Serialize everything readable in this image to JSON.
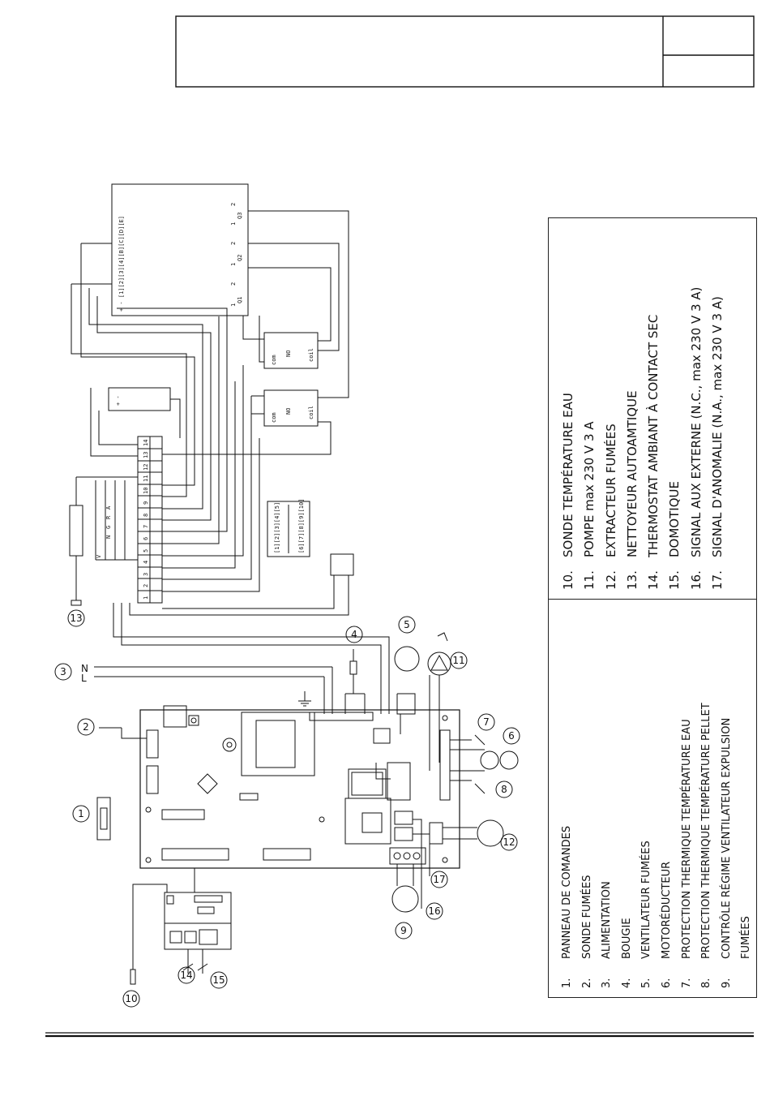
{
  "legend": {
    "left_items": [
      {
        "num": "1.",
        "label": "PANNEAU DE COMANDES"
      },
      {
        "num": "2.",
        "label": "SONDE FUMÉES"
      },
      {
        "num": "3.",
        "label": "ALIMENTATION"
      },
      {
        "num": "4.",
        "label": "BOUGIE"
      },
      {
        "num": "5.",
        "label": "VENTILATEUR FUMÉES"
      },
      {
        "num": "6.",
        "label": "MOTORÉDUCTEUR"
      },
      {
        "num": "7.",
        "label": "PROTECTION THERMIQUE TEMPÉRATURE EAU"
      },
      {
        "num": "8.",
        "label": "PROTECTION THERMIQUE TEMPÉRATURE  PELLET"
      },
      {
        "num": "9.",
        "label": "CONTRÔLE RÉGIME VENTILATEUR EXPULSION"
      },
      {
        "num": "",
        "label": "FUMÉES"
      }
    ],
    "right_items": [
      {
        "num": "10.",
        "label": "SONDE  TEMPÉRATURE EAU"
      },
      {
        "num": "11.",
        "label": "POMPE  max 230 V 3 A"
      },
      {
        "num": "12.",
        "label": "EXTRACTEUR FUMÉES"
      },
      {
        "num": "13.",
        "label": "NETTOYEUR AUTOAMTIQUE"
      },
      {
        "num": "14.",
        "label": "THERMOSTAT AMBIANT À CONTACT SEC"
      },
      {
        "num": "15.",
        "label": "DOMOTIQUE"
      },
      {
        "num": "16.",
        "label": "SIGNAL AUX EXTERNE (N.C., max 230 V 3 A)"
      },
      {
        "num": "17.",
        "label": "SIGNAL D'ANOMALIE (N.A., max 230 V 3 A)"
      }
    ]
  },
  "diagram": {
    "callouts": [
      "1",
      "2",
      "3",
      "4",
      "5",
      "6",
      "7",
      "8",
      "9",
      "10",
      "11",
      "12",
      "13",
      "14",
      "15",
      "16",
      "17"
    ],
    "supply_labels": {
      "l": "L",
      "n": "N"
    },
    "probe_wires": [
      "V",
      "N",
      "G",
      "R",
      "A"
    ],
    "terminal_block_numbers": [
      "1",
      "2",
      "3",
      "4",
      "5",
      "6",
      "7",
      "8",
      "9",
      "10",
      "11",
      "12",
      "13",
      "14"
    ],
    "module_top_text": "+ - [1][2][3][4][B][C][D][E]",
    "module_outputs": [
      "Q1",
      "Q2",
      "Q3"
    ],
    "module_pins": [
      "1",
      "2"
    ],
    "relay_labels": {
      "com": "com",
      "no": "NO",
      "coil": "coil"
    },
    "psu_label": "+ -",
    "small_connector_top": "[1][2][3][4][5]",
    "small_connector_bottom": "[6][7][8][9][10]"
  }
}
